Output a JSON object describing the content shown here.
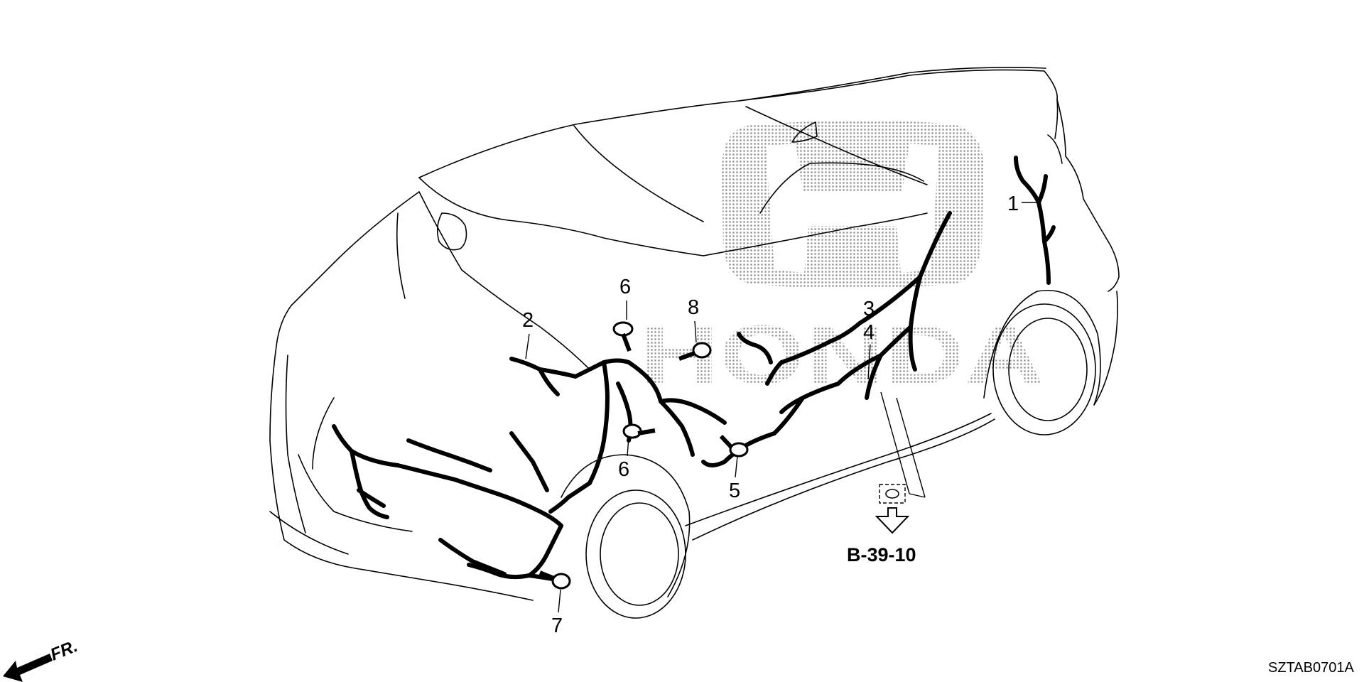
{
  "callouts": [
    {
      "id": "1",
      "label": "1"
    },
    {
      "id": "2",
      "label": "2"
    },
    {
      "id": "3",
      "label": "3"
    },
    {
      "id": "4",
      "label": "4"
    },
    {
      "id": "5",
      "label": "5"
    },
    {
      "id": "6a",
      "label": "6"
    },
    {
      "id": "6b",
      "label": "6"
    },
    {
      "id": "7",
      "label": "7"
    },
    {
      "id": "8",
      "label": "8"
    }
  ],
  "reference": {
    "label": "B-39-10"
  },
  "direction": {
    "label": "FR."
  },
  "diagram_code": "SZTAB0701A",
  "watermark": {
    "brand_text": "HONDA",
    "logo_icon": "honda-h-logo-icon",
    "style": "dotted-grey"
  },
  "colors": {
    "line": "#000000",
    "background": "#ffffff",
    "watermark": "#9a9a9a"
  }
}
